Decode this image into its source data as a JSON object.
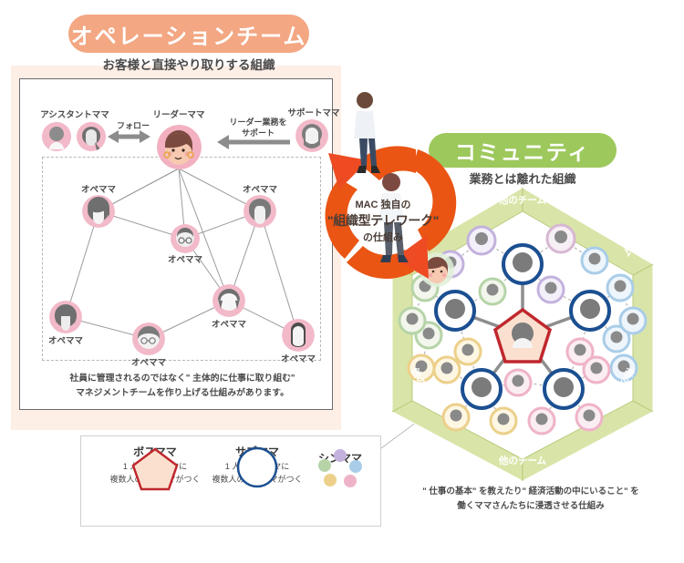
{
  "ops": {
    "title": "オペレーションチーム",
    "subtitle": "お客様と直接やり取りする組織",
    "caption_line1": "社員に管理されるのではなく\" 主体的に仕事に取り組む\"",
    "caption_line2": "マネジメントチームを作り上げる仕組みがあります。",
    "roles": {
      "assistant": "アシスタントママ",
      "leader": "リーダーママ",
      "support": "サポートママ",
      "ope": "オペママ"
    },
    "arrows": {
      "follow": "フォロー",
      "support_line1": "リーダー業務を",
      "support_line2": "サポート"
    },
    "ope_nodes": [
      {
        "label": "オペママ"
      },
      {
        "label": "オペママ"
      },
      {
        "label": "オペママ"
      },
      {
        "label": "オペママ"
      },
      {
        "label": "オペママ"
      },
      {
        "label": "オペママ"
      },
      {
        "label": "オペママ"
      }
    ]
  },
  "swirl": {
    "line1": "MAC 独自の",
    "line2": "\"組織型テレワーク\"",
    "line3": "の仕組み"
  },
  "community": {
    "title": "コミュニティ",
    "subtitle": "業務とは離れた組織",
    "edge_labels": [
      "他のチーム",
      "他のチーム",
      "他のチーム",
      "他のチーム",
      "他のチーム",
      "他のチーム"
    ],
    "caption_line1": "\" 仕事の基本\" を教えたり\" 経済活動の中にいること\" を",
    "caption_line2": "働くママさんたちに浸透させる仕組み"
  },
  "legend": {
    "items": [
      {
        "icon": "pentagon-icon",
        "title": "ボスママ",
        "desc_line1": "1 人のボスママに",
        "desc_line2": "複数人のサブママがつく"
      },
      {
        "icon": "circle-outline-icon",
        "title": "サブママ",
        "desc_line1": "1 人のサブママに",
        "desc_line2": "複数人のシンママがつく"
      },
      {
        "icon": "dots-cluster-icon",
        "title": "シンママ",
        "desc_line1": "",
        "desc_line2": ""
      }
    ]
  },
  "colors": {
    "ops_accent": "#f3a783",
    "ops_bg": "#fdeee6",
    "community_accent": "#9dc85c",
    "community_band": "#d9e5a8",
    "swirl_orange": "#ea5514",
    "boss_red": "#c0272d",
    "sub_blue": "#1b4f91",
    "pink_ring": "#f2b9c8"
  }
}
